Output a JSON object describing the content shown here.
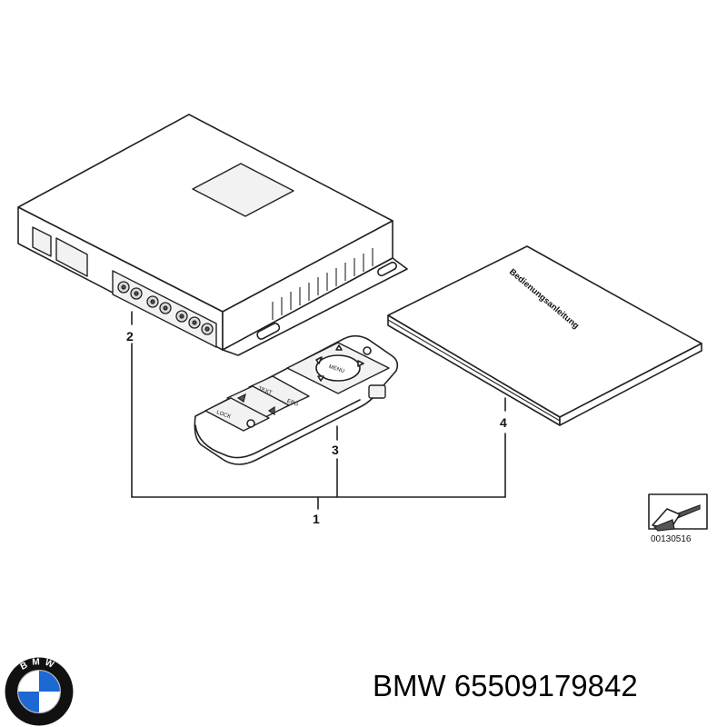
{
  "callouts": {
    "kit": "1",
    "control_unit": "2",
    "remote": "3",
    "manual": "4"
  },
  "remote_buttons": {
    "menu": "MENU",
    "text": "TEXT",
    "epg": "EPG",
    "lock": "LOCK"
  },
  "manual_cover": "Bedienungsanleitung",
  "reference_number": "00130516",
  "caption": {
    "brand": "BMW",
    "part_number": "65509179842"
  },
  "logo": {
    "letters": "BMW",
    "colors": {
      "blue": "#1c69d4",
      "white": "#ffffff",
      "ring": "#111111"
    }
  }
}
